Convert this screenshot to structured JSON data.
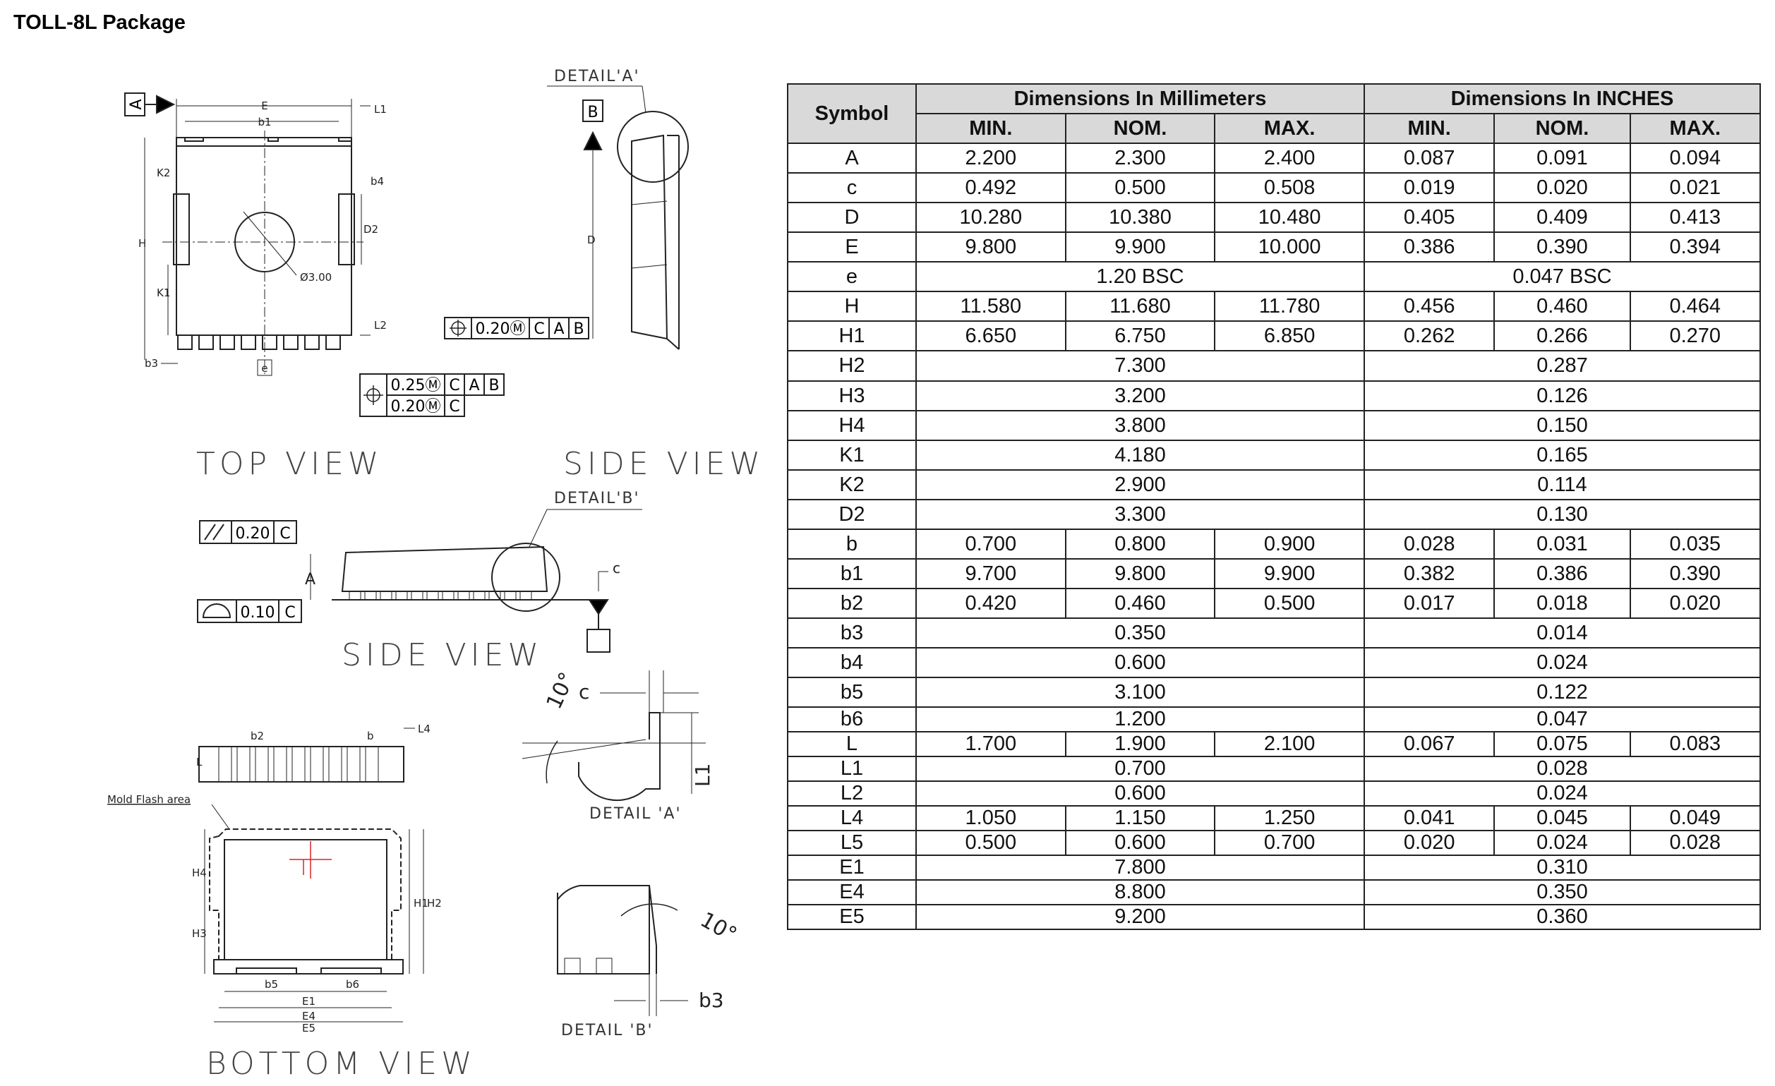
{
  "page_title": "TOLL-8L Package",
  "drawing": {
    "top_view": "TOP VIEW",
    "side_view_1": "SIDE VIEW",
    "side_view_2": "SIDE VIEW",
    "bottom_view": "BOTTOM VIEW",
    "detail_a": "DETAIL'A'",
    "detail_b": "DETAIL'B'",
    "detail_a_caption": "DETAIL 'A'",
    "detail_b_caption": "DETAIL 'B'",
    "mold_flash": "Mold Flash area",
    "diameter": "Ø3.00",
    "datum_a": "A",
    "datum_b": "B",
    "tol_side": [
      "0.20Ⓜ",
      "C",
      "A",
      "B"
    ],
    "tol_top_1": [
      "0.25Ⓜ",
      "C",
      "A",
      "B"
    ],
    "tol_top_2": [
      "0.20Ⓜ",
      "C"
    ],
    "tol_parallel": [
      "0.20",
      "C"
    ],
    "tol_profile": [
      "0.10",
      "C"
    ],
    "angle": "10°",
    "dims_top": [
      "E",
      "b1",
      "L1",
      "K2",
      "b4",
      "D2",
      "H",
      "K1",
      "L2",
      "b3",
      "e"
    ],
    "dims_side": [
      "D",
      "A",
      "c"
    ],
    "dims_bottom": [
      "b2",
      "b",
      "L4",
      "L",
      "H4",
      "H3",
      "H1",
      "H2",
      "b5",
      "b6",
      "E1",
      "E4",
      "E5"
    ],
    "dims_detail": [
      "c",
      "L1",
      "b3"
    ]
  },
  "table": {
    "header": {
      "symbol": "Symbol",
      "mm_group": "Dimensions In Millimeters",
      "in_group": "Dimensions In INCHES",
      "cols": [
        "MIN.",
        "NOM.",
        "MAX.",
        "MIN.",
        "NOM.",
        "MAX."
      ]
    },
    "rows": [
      {
        "sym": "A",
        "mm": [
          "2.200",
          "2.300",
          "2.400"
        ],
        "in": [
          "0.087",
          "0.091",
          "0.094"
        ]
      },
      {
        "sym": "c",
        "mm": [
          "0.492",
          "0.500",
          "0.508"
        ],
        "in": [
          "0.019",
          "0.020",
          "0.021"
        ]
      },
      {
        "sym": "D",
        "mm": [
          "10.280",
          "10.380",
          "10.480"
        ],
        "in": [
          "0.405",
          "0.409",
          "0.413"
        ]
      },
      {
        "sym": "E",
        "mm": [
          "9.800",
          "9.900",
          "10.000"
        ],
        "in": [
          "0.386",
          "0.390",
          "0.394"
        ]
      },
      {
        "sym": "e",
        "mm_span": "1.20 BSC",
        "in_span": "0.047 BSC"
      },
      {
        "sym": "H",
        "mm": [
          "11.580",
          "11.680",
          "11.780"
        ],
        "in": [
          "0.456",
          "0.460",
          "0.464"
        ]
      },
      {
        "sym": "H1",
        "mm": [
          "6.650",
          "6.750",
          "6.850"
        ],
        "in": [
          "0.262",
          "0.266",
          "0.270"
        ]
      },
      {
        "sym": "H2",
        "mm_span": "7.300",
        "in_span": "0.287"
      },
      {
        "sym": "H3",
        "mm_span": "3.200",
        "in_span": "0.126"
      },
      {
        "sym": "H4",
        "mm_span": "3.800",
        "in_span": "0.150"
      },
      {
        "sym": "K1",
        "mm_span": "4.180",
        "in_span": "0.165"
      },
      {
        "sym": "K2",
        "mm_span": "2.900",
        "in_span": "0.114"
      },
      {
        "sym": "D2",
        "mm_span": "3.300",
        "in_span": "0.130"
      },
      {
        "sym": "b",
        "mm": [
          "0.700",
          "0.800",
          "0.900"
        ],
        "in": [
          "0.028",
          "0.031",
          "0.035"
        ]
      },
      {
        "sym": "b1",
        "mm": [
          "9.700",
          "9.800",
          "9.900"
        ],
        "in": [
          "0.382",
          "0.386",
          "0.390"
        ]
      },
      {
        "sym": "b2",
        "mm": [
          "0.420",
          "0.460",
          "0.500"
        ],
        "in": [
          "0.017",
          "0.018",
          "0.020"
        ]
      },
      {
        "sym": "b3",
        "mm_span": "0.350",
        "in_span": "0.014"
      },
      {
        "sym": "b4",
        "mm_span": "0.600",
        "in_span": "0.024"
      },
      {
        "sym": "b5",
        "mm_span": "3.100",
        "in_span": "0.122"
      },
      {
        "sym": "b6",
        "mm_span": "1.200",
        "in_span": "0.047"
      },
      {
        "sym": "L",
        "mm": [
          "1.700",
          "1.900",
          "2.100"
        ],
        "in": [
          "0.067",
          "0.075",
          "0.083"
        ]
      },
      {
        "sym": "L1",
        "mm_span": "0.700",
        "in_span": "0.028"
      },
      {
        "sym": "L2",
        "mm_span": "0.600",
        "in_span": "0.024"
      },
      {
        "sym": "L4",
        "mm": [
          "1.050",
          "1.150",
          "1.250"
        ],
        "in": [
          "0.041",
          "0.045",
          "0.049"
        ]
      },
      {
        "sym": "L5",
        "mm": [
          "0.500",
          "0.600",
          "0.700"
        ],
        "in": [
          "0.020",
          "0.024",
          "0.028"
        ]
      },
      {
        "sym": "E1",
        "mm_span": "7.800",
        "in_span": "0.310"
      },
      {
        "sym": "E4",
        "mm_span": "8.800",
        "in_span": "0.350"
      },
      {
        "sym": "E5",
        "mm_span": "9.200",
        "in_span": "0.360"
      }
    ]
  }
}
